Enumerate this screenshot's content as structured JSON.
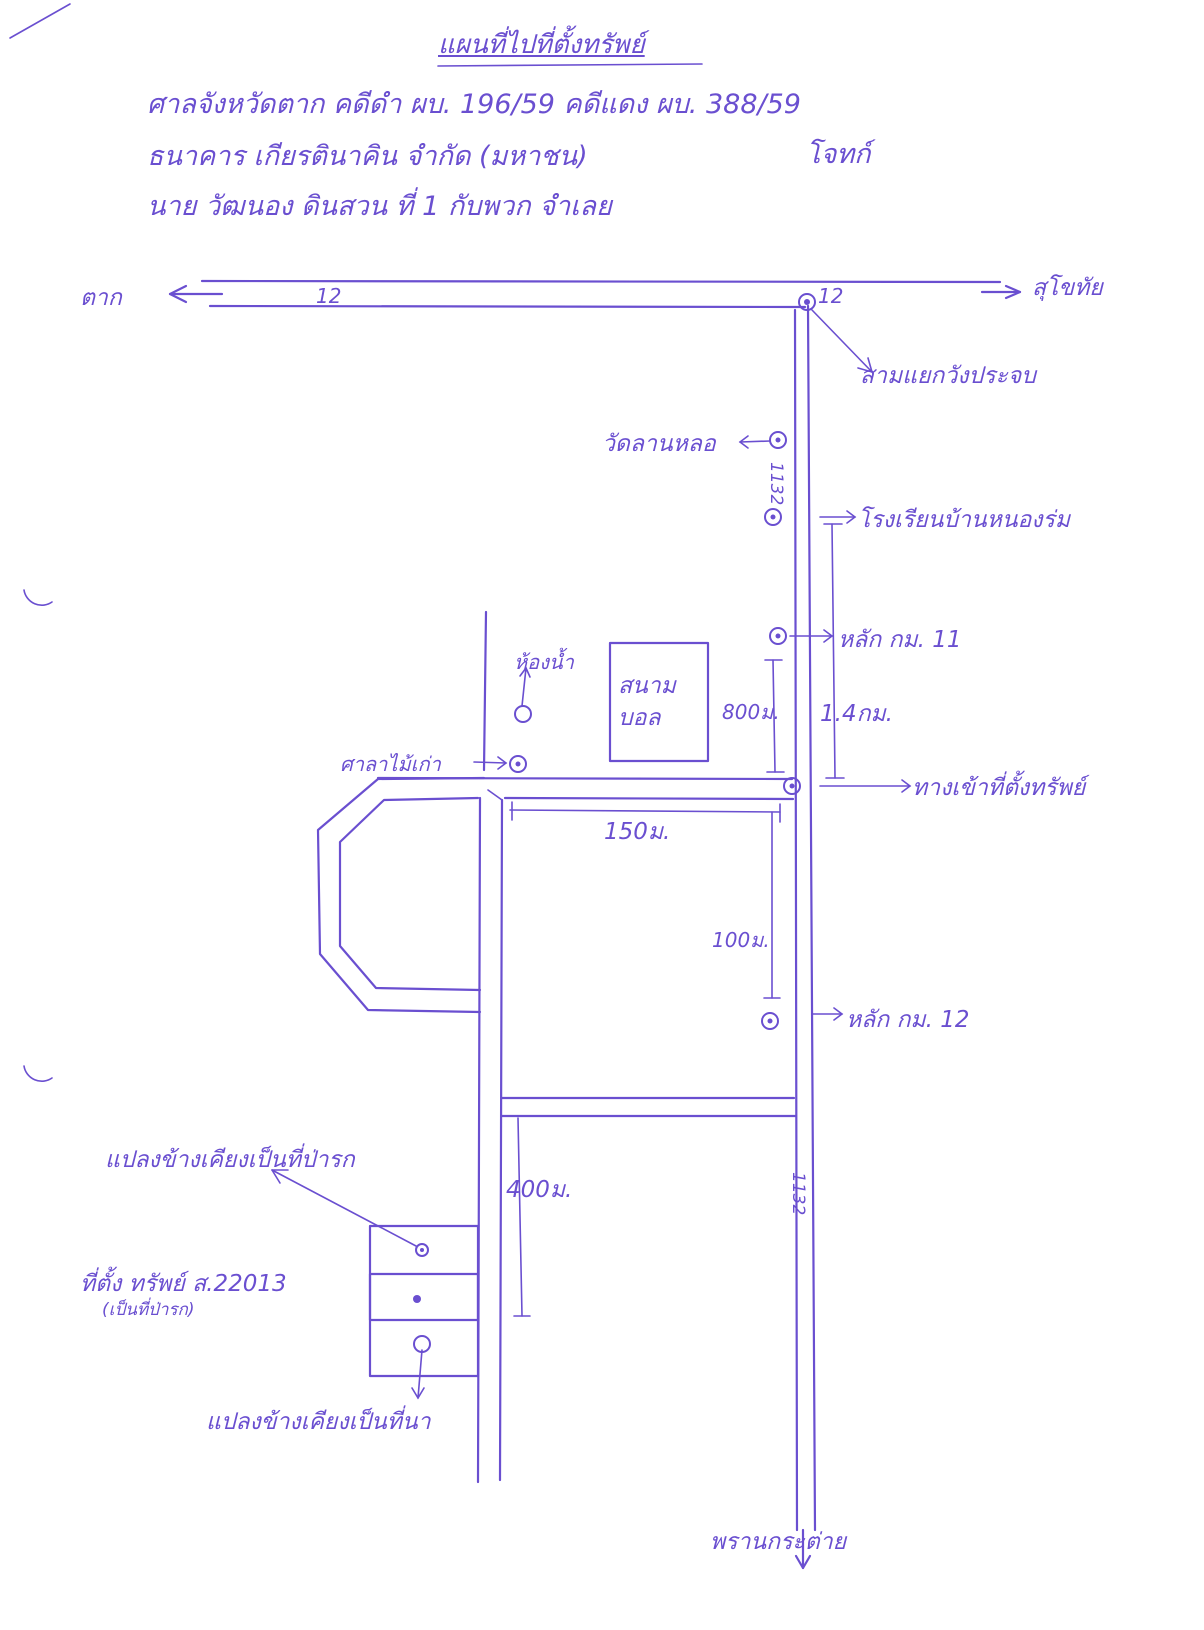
{
  "header": {
    "title": "แผนที่ไปที่ตั้งทรัพย์",
    "line1": "ศาลจังหวัดตาก คดีดำ ผบ. 196/59 คดีแดง ผบ. 388/59",
    "line2_plaintiff": "ธนาคาร เกียรตินาคิน จำกัด (มหาชน)",
    "line2_role": "โจทก์",
    "line3": "นาย วัฒนอง ดินสวน ที่ 1 กับพวก จำเลย"
  },
  "map": {
    "road_west_label": "ตาก",
    "road_east_label": "สุโขทัย",
    "highway_12_label_west": "12",
    "highway_12_label_east": "12",
    "highway_1132_label_north": "1132",
    "highway_1132_label_south": "1132",
    "junction_label": "สามแยกวังประจบ",
    "temple_label": "วัดลานหลอ",
    "school_label": "โรงเรียนบ้านหนองร่ม",
    "km11_label": "หลัก กม. 11",
    "km12_label": "หลัก กม. 12",
    "restroom_label": "ห้องน้ำ",
    "field_label_1": "สนาม",
    "field_label_2": "บอล",
    "pavilion_label": "ศาลาไม้เก่า",
    "entrance_label": "ทางเข้าที่ตั้งทรัพย์",
    "dist_800": "800ม.",
    "dist_1_4km": "1.4กม.",
    "dist_150": "150ม.",
    "dist_100": "100ม.",
    "dist_400": "400ม.",
    "north_neighbor_label": "แปลงข้างเคียงเป็นที่ป่ารก",
    "property_label": "ที่ตั้ง ทรัพย์ ส.22013",
    "property_sub_label": "(เป็นที่ป่ารก)",
    "south_neighbor_label": "แปลงข้างเคียงเป็นที่นา",
    "south_destination_label": "พรานกระต่าย"
  },
  "colors": {
    "ink": "#6a4fd0",
    "paper": "#ffffff"
  }
}
